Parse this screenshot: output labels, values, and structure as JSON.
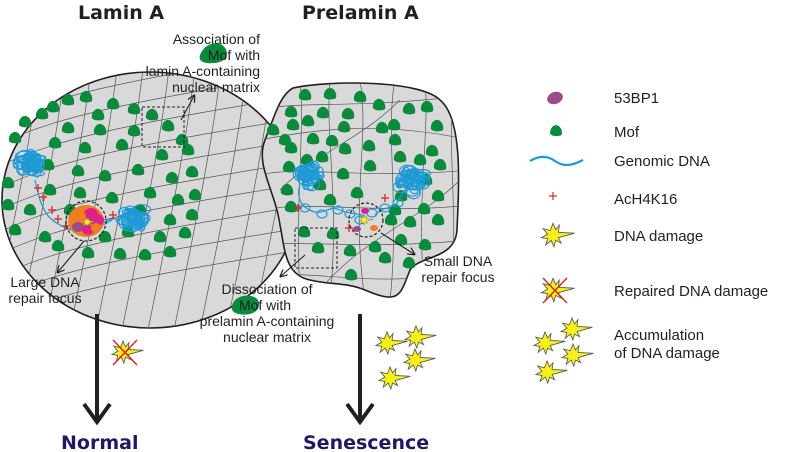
{
  "panels": {
    "left": {
      "title": "Lamin A",
      "association_label": [
        "Association of",
        "Mof with",
        "lamin A-containing",
        "nuclear matrix"
      ],
      "focus_label": [
        "Large DNA",
        "repair focus"
      ],
      "outcome": "Normal"
    },
    "right": {
      "title": "Prelamin A",
      "dissociation_label": [
        "Dissociation of",
        "Mof with",
        "prelamin A-containing",
        "nuclear matrix"
      ],
      "focus_label": [
        "Small DNA",
        "repair focus"
      ],
      "outcome": "Senescence"
    }
  },
  "legend": {
    "items": [
      {
        "icon": "53bp1-icon",
        "label": "53BP1"
      },
      {
        "icon": "mof-icon",
        "label": "Mof"
      },
      {
        "icon": "genomic-dna-icon",
        "label": "Genomic DNA"
      },
      {
        "icon": "ach4k16-icon",
        "label": "AcH4K16"
      },
      {
        "icon": "dna-damage-icon",
        "label": "DNA damage"
      },
      {
        "icon": "repaired-dna-damage-icon",
        "label": "Repaired DNA damage"
      },
      {
        "icon": "accumulation-dna-damage-icon",
        "label": [
          "Accumulation",
          "of DNA damage"
        ]
      }
    ]
  },
  "colors": {
    "nucleus_fill": "#d9d9d9",
    "mof": "#0a8a3c",
    "bp53": "#9b4a8c",
    "dna": "#1f9ad6",
    "ach4k16": "#d42a2a",
    "damage": "#f5ef1a",
    "outcome_text": "#1f1a5e",
    "magenta": "#e0218a",
    "orange": "#ef7d22"
  }
}
